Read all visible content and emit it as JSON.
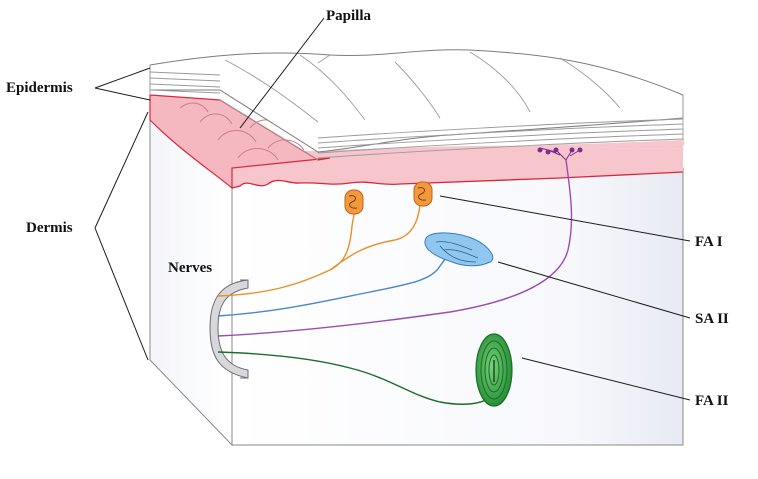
{
  "labels": {
    "papilla": "Papilla",
    "epidermis": "Epidermis",
    "dermis": "Dermis",
    "nerves": "Nerves",
    "fa1": "FA I",
    "sa2": "SA II",
    "fa2": "FA II"
  },
  "colors": {
    "dermis_fill": "#f7c5cc",
    "dermis_edge": "#d9283c",
    "block_face": "#ffffff",
    "block_shadow": "#eef0f7",
    "fa1_nerve": "#e8912a",
    "fa1_receptor": "#f29a3b",
    "sa2_nerve": "#4a86c8",
    "sa2_receptor": "#8fc7ee",
    "free_ending_nerve": "#9a4db0",
    "fa2_nerve": "#1e6b2a",
    "fa2_receptor": "#2e9e3c"
  }
}
